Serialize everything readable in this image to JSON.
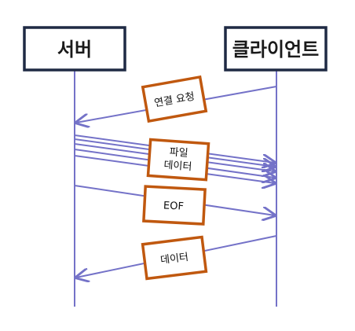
{
  "colors": {
    "line": "#7472c8",
    "actor_border": "#1f2a44",
    "note_border": "#c0580f",
    "note_fill": "#ffffff"
  },
  "actors": {
    "server": "서버",
    "client": "클라이언트"
  },
  "messages": {
    "connect_request": "연결 요청",
    "file_data_line1": "파일",
    "file_data_line2": "데이터",
    "eof": "EOF",
    "data": "데이터"
  }
}
